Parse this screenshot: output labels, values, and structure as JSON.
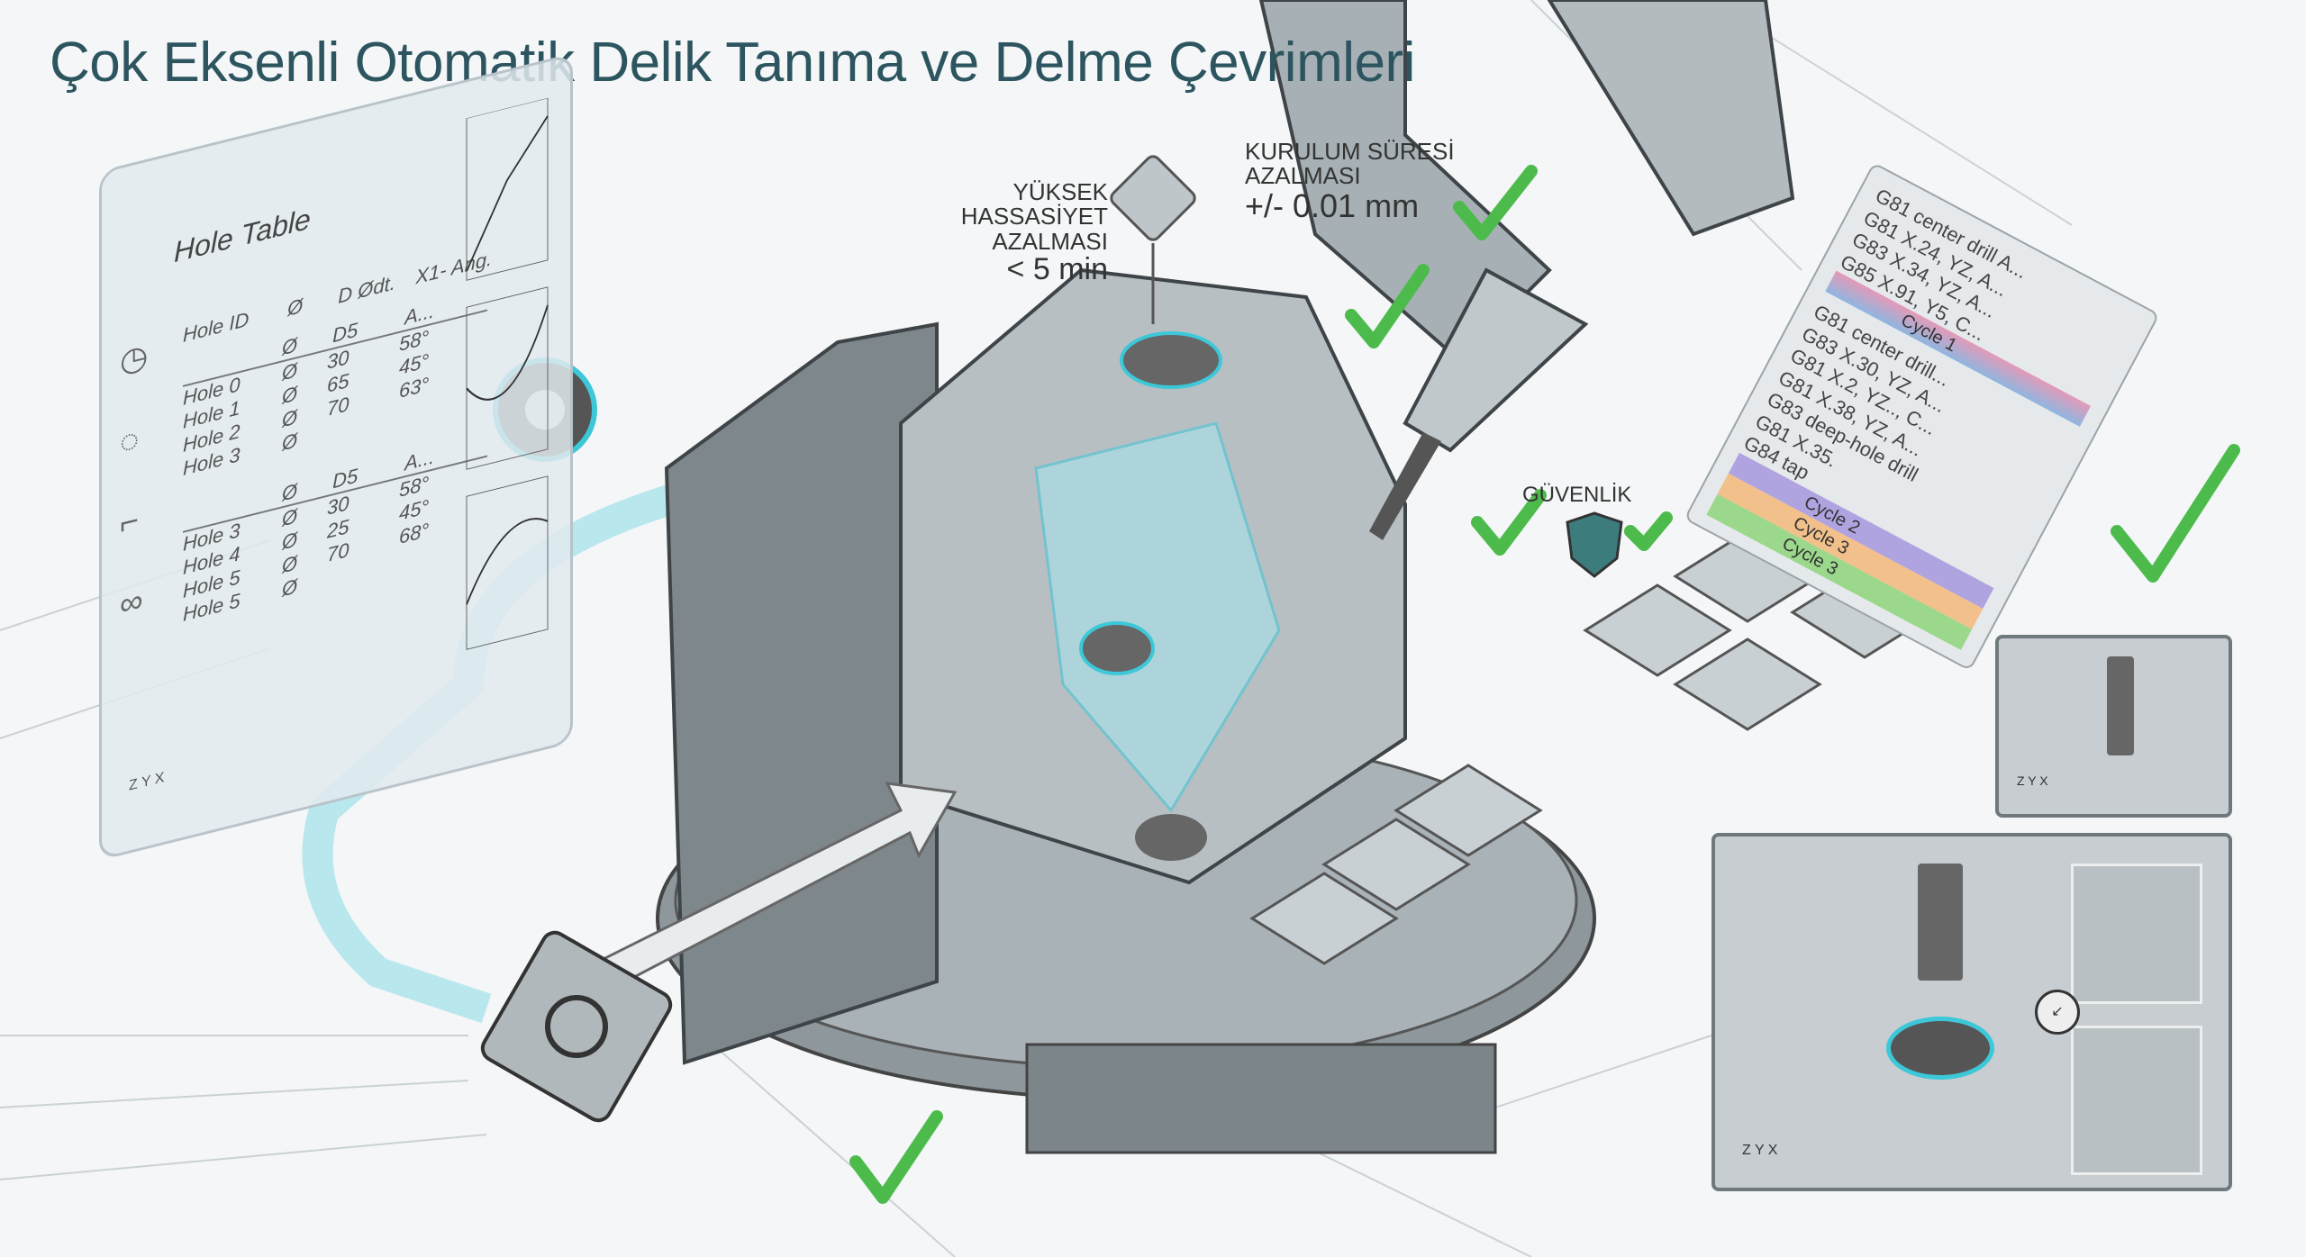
{
  "title": "Çok Eksenli Otomatik Delik Tanıma ve Delme Çevrimleri",
  "hole_table": {
    "title": "Hole Table",
    "headers": [
      "Hole ID",
      "Ø",
      "D Ødt.",
      "X1- Ang."
    ],
    "group1": {
      "header": [
        "",
        "Ø",
        "D5",
        "A..."
      ],
      "rows": [
        {
          "id": "Hole 0",
          "dia": "Ø",
          "d": "30",
          "ang": "58°"
        },
        {
          "id": "Hole 1",
          "dia": "Ø",
          "d": "65",
          "ang": "45°"
        },
        {
          "id": "Hole 2",
          "dia": "Ø",
          "d": "70",
          "ang": "63°"
        },
        {
          "id": "Hole 3",
          "dia": "Ø",
          "d": "",
          "ang": ""
        }
      ]
    },
    "group2": {
      "header": [
        "",
        "Ø",
        "D5",
        "A..."
      ],
      "rows": [
        {
          "id": "Hole 3",
          "dia": "Ø",
          "d": "30",
          "ang": "58°"
        },
        {
          "id": "Hole 4",
          "dia": "Ø",
          "d": "25",
          "ang": "45°"
        },
        {
          "id": "Hole 5",
          "dia": "Ø",
          "d": "70",
          "ang": "68°"
        },
        {
          "id": "Hole 5",
          "dia": "Ø",
          "d": "",
          "ang": ""
        }
      ]
    },
    "axes": {
      "z": "Z",
      "y": "Y",
      "x": "X"
    }
  },
  "labels": {
    "precision_l1": "YÜKSEK HASSASİYET",
    "precision_l2": "AZALMASI",
    "precision_val": "< 5 min",
    "setup_l1": "KURULUM SÜRESİ",
    "setup_l2": "AZALMASI",
    "setup_val": "+/- 0.01 mm",
    "safety": "GÜVENLİK"
  },
  "gcode": {
    "block1": [
      "G81 center drill A...",
      "G81 X.24, YZ, A...",
      "G83 X.34, YZ, A...",
      "G85 X.91, Y5, C..."
    ],
    "cycle1": "Cycle 1",
    "block2": [
      "G81 center drill...",
      "G83 X.30, YZ, A...",
      "G81 X.2, YZ.., C...",
      "G81 X.38, YZ, A...",
      "G83 deep-hole drill",
      "G81 X.35.",
      "G84 tap"
    ],
    "cycle2": "Cycle 2",
    "cycle3": "Cycle 3",
    "cycle3b": "Cycle 3"
  },
  "insets": {
    "axes": {
      "z": "Z",
      "y": "Y",
      "x": "X"
    }
  },
  "colors": {
    "accent": "#3cc8d8",
    "check": "#4cbb4c",
    "title": "#2d5560"
  }
}
